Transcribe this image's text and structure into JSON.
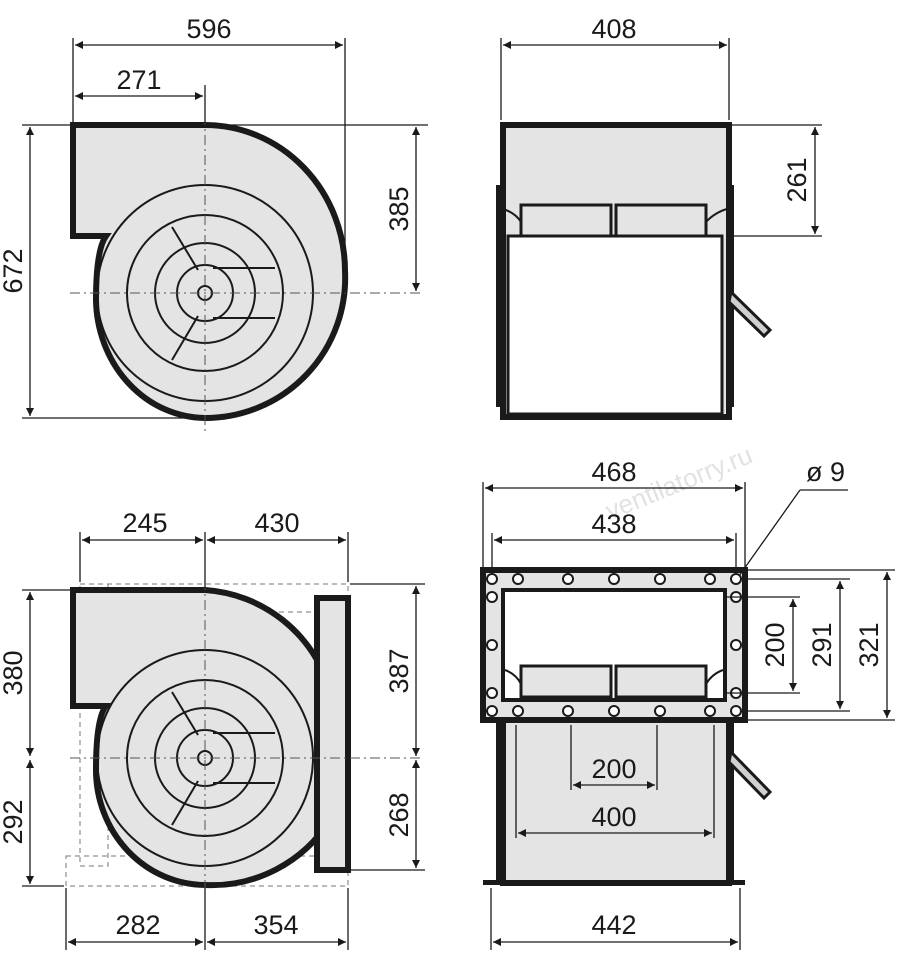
{
  "watermark": "ventilatorry.ru",
  "views": {
    "side_top": {
      "width_total": "596",
      "width_inlet_to_center": "271",
      "height_total": "672",
      "height_center_to_top": "385"
    },
    "front_top": {
      "width_total": "408",
      "outlet_height": "261"
    },
    "side_bottom": {
      "width_left_top": "245",
      "width_right_top": "430",
      "height_upper": "380",
      "height_lower": "292",
      "height_plate_upper": "387",
      "height_plate_lower": "268",
      "width_left_bottom": "282",
      "width_right_bottom": "354"
    },
    "front_bottom": {
      "flange_outer_width": "468",
      "hole_diameter": "ø 9",
      "flange_hole_spacing": "438",
      "outlet_inner_height": "200",
      "hole_spacing_height": "291",
      "flange_outer_height": "321",
      "inlet_inner_width": "200",
      "inlet_outer_width": "400",
      "base_width": "442"
    }
  }
}
